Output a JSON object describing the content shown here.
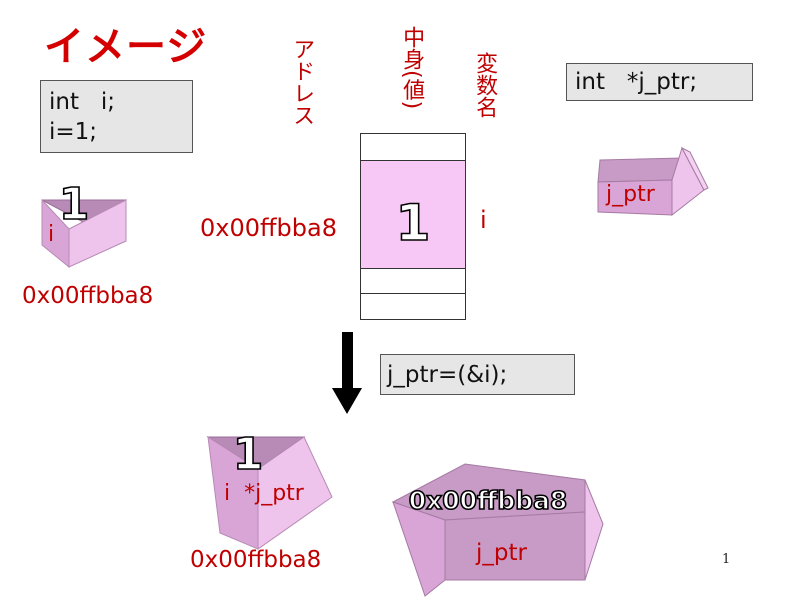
{
  "title": "イメージ",
  "code_decl_i": [
    "int   i;",
    "i=1;"
  ],
  "code_decl_ptr": "int   *j_ptr;",
  "code_assign": "j_ptr=(&i);",
  "column_labels": {
    "address": "アドレス",
    "contents": "中身(値)",
    "var_name": "変数名"
  },
  "memory": {
    "address": "0x00ffbba8",
    "value": "1",
    "var": "i"
  },
  "before": {
    "box_i_number": "1",
    "box_i_label": "i",
    "box_i_address": "0x00ffbba8",
    "ptr_label": "j_ptr"
  },
  "after": {
    "box_i_number": "1",
    "box_i_label": "i  *j_ptr",
    "box_i_address": "0x00ffbba8",
    "ptr_value": "0x00ffbba8",
    "ptr_label": "j_ptr"
  },
  "page_number": "1",
  "colors": {
    "accent_red": "#c00000",
    "box_pink": "#e8b4e6",
    "box_dark": "#b88ab6",
    "memory_fill": "#f7c8f5",
    "code_bg": "#e6e6e6"
  }
}
